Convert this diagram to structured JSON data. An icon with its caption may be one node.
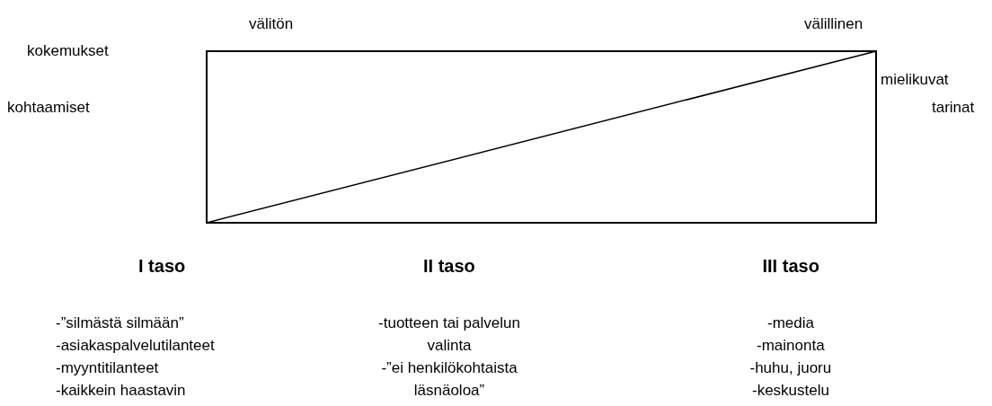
{
  "diagram": {
    "labels": [
      "välitön",
      "välillinen",
      "kokemukset",
      "mielikuvat",
      "kohtaamiset",
      "tarinat",
      "I taso",
      "II taso",
      "III taso",
      "-”silmästä silmään”",
      "-asiakaspalvelutilanteet",
      "-myyntitilanteet",
      "-kaikkein haastavin",
      "-tuotteen tai palvelun valinta",
      "-”ei henkilökohtaista läsnäoloa”",
      "-media",
      "-mainonta",
      "-huhu, juoru",
      "-keskustelu"
    ]
  }
}
